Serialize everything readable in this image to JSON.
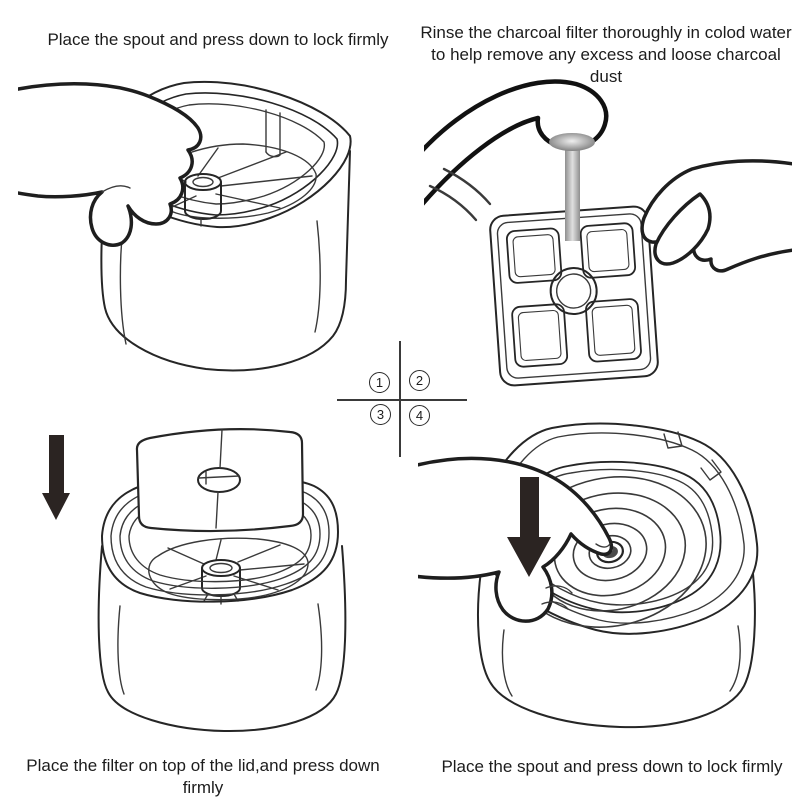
{
  "page": {
    "background": "#ffffff"
  },
  "colors": {
    "line": "#262626",
    "arrow_fill": "#2b2422",
    "water_stream_edge": "#8f8f8f",
    "water_stream_center": "#e0e0e0",
    "text": "#1c1c1c"
  },
  "step_indicator": {
    "labels": [
      "1",
      "2",
      "3",
      "4"
    ]
  },
  "panels": {
    "step1": {
      "caption": "Place the spout and press down to lock firmly",
      "illustration": "hand-pressing-spout-into-open-tank"
    },
    "step2": {
      "caption_lines": [
        "Rinse the charcoal filter thoroughly in colod water",
        "to help remove any excess and loose charcoal dust"
      ],
      "illustration": "faucet-rinsing-charcoal-filter-held-by-hand"
    },
    "step3": {
      "caption": "Place the filter on top of the lid,and press down firmly",
      "illustration": "filter-lowered-onto-tank-with-down-arrow"
    },
    "step4": {
      "caption": "Place the spout and press down to lock firmly",
      "illustration": "hand-pressing-lid-spout-with-down-arrow"
    }
  }
}
